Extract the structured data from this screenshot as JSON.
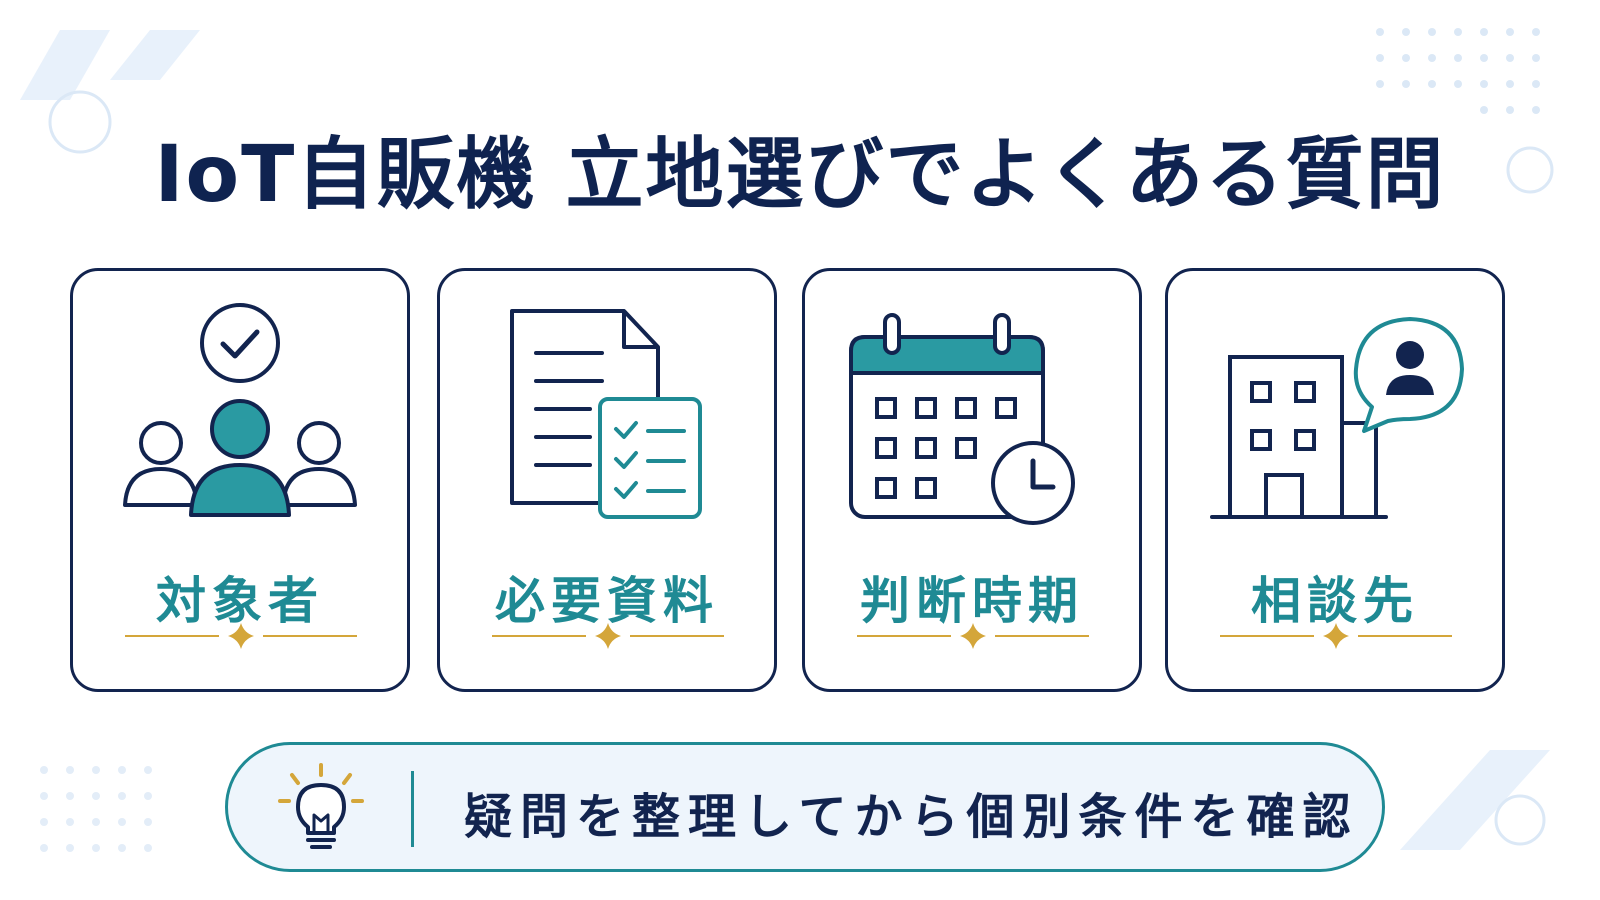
{
  "title": "IoT自販機 立地選びでよくある質問",
  "cards": [
    {
      "label": "対象者",
      "icon": "people-check-icon"
    },
    {
      "label": "必要資料",
      "icon": "document-checklist-icon"
    },
    {
      "label": "判断時期",
      "icon": "calendar-clock-icon"
    },
    {
      "label": "相談先",
      "icon": "building-speech-icon"
    }
  ],
  "banner": {
    "text": "疑問を整理してから個別条件を確認",
    "icon": "lightbulb-icon"
  },
  "colors": {
    "navy": "#12244f",
    "teal": "#1f8a94",
    "gold": "#d4a63a",
    "light_blue": "#eef5fc"
  }
}
